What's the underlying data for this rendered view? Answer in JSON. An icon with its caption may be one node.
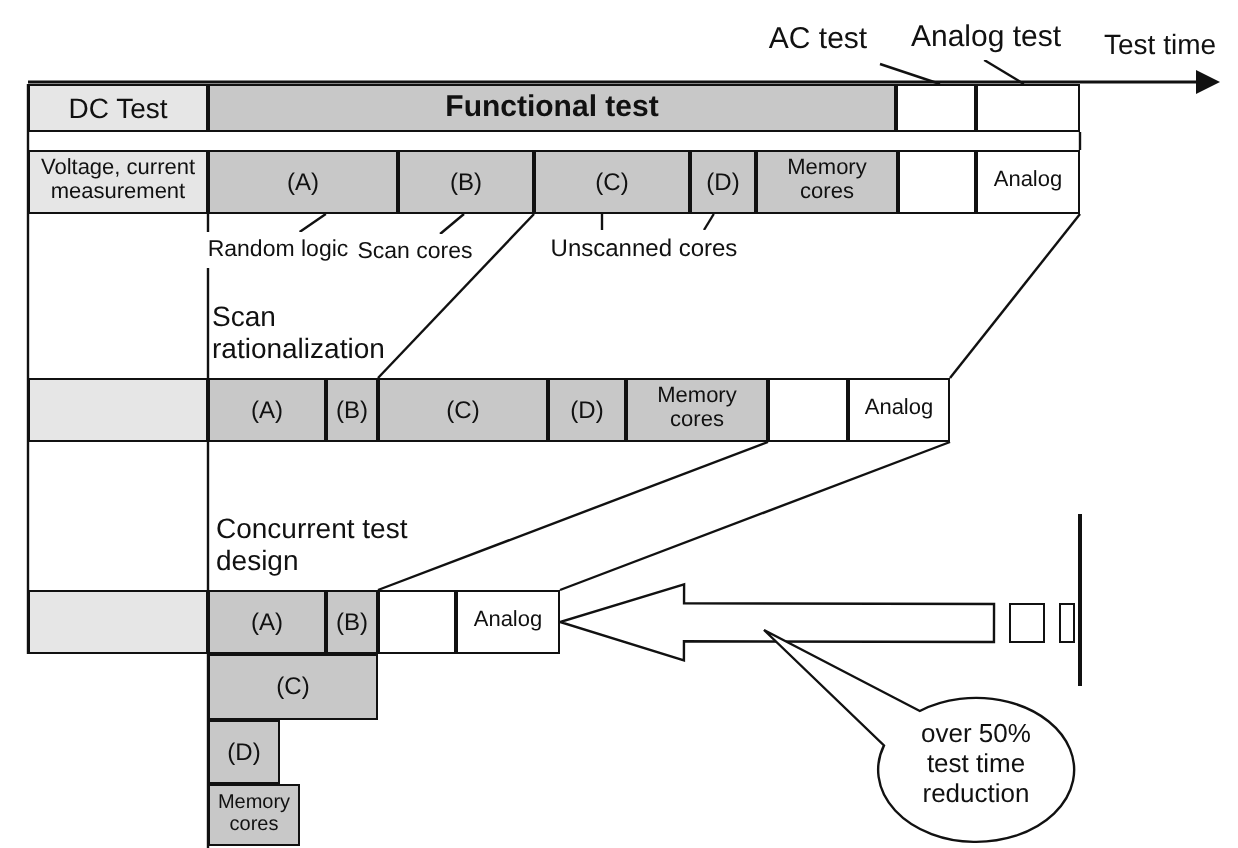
{
  "diagram": {
    "nodes": [
      {
        "text": [
          "DC Test"
        ]
      },
      {
        "text": [
          "Functional test"
        ]
      },
      {
        "text": [],
        "shape": "box"
      },
      {
        "text": [],
        "shape": "box"
      },
      {
        "text": [
          "Voltage, current measurement"
        ]
      },
      {
        "text": [
          "(A)"
        ]
      },
      {
        "text": [
          "(B)"
        ]
      },
      {
        "text": [
          "(C)"
        ]
      },
      {
        "text": [
          "(D)"
        ]
      },
      {
        "text": [
          "Memory cores"
        ]
      },
      {
        "text": [],
        "shape": "box"
      },
      {
        "text": [
          "Analog"
        ]
      },
      {
        "text": [
          "Random logic"
        ]
      },
      {
        "text": [
          "Scan cores"
        ]
      },
      {
        "text": [
          "Unscanned cores"
        ]
      },
      {
        "text": [
          "AC test"
        ]
      },
      {
        "text": [
          "Analog test"
        ]
      },
      {
        "text": [],
        "shape": "box"
      },
      {
        "text": [
          "(A)"
        ]
      },
      {
        "text": [
          "(B)"
        ]
      },
      {
        "text": [
          "(C)"
        ]
      },
      {
        "text": [
          "(D)"
        ]
      },
      {
        "text": [
          "Memory cores"
        ]
      },
      {
        "text": [],
        "shape": "box"
      },
      {
        "text": [
          "Analog"
        ]
      },
      {
        "text": [],
        "shape": "box"
      },
      {
        "text": [
          "(A)"
        ]
      },
      {
        "text": [
          "(B)"
        ]
      },
      {
        "text": [],
        "shape": "box"
      },
      {
        "text": [
          "Analog"
        ]
      },
      {
        "text": [
          "(C)"
        ]
      },
      {
        "text": [
          "(D)"
        ]
      },
      {
        "text": [
          "Memory cores"
        ]
      },
      {
        "text": [
          "over 50% test time reduction"
        ]
      }
    ],
    "edges": [
      {
        "from": 12,
        "to": 5,
        "arrow": "none"
      },
      {
        "from": 13,
        "to": 6,
        "arrow": "none"
      },
      {
        "from": 14,
        "to": 7,
        "arrow": "none"
      },
      {
        "from": 14,
        "to": 8,
        "arrow": "none"
      },
      {
        "from": 15,
        "to": 2,
        "arrow": "none"
      },
      {
        "from": 16,
        "to": 3,
        "arrow": "none"
      },
      {
        "from": 7,
        "to": 20,
        "arrow": "none"
      },
      {
        "from": 11,
        "to": 24,
        "arrow": "none"
      },
      {
        "from": 22,
        "to": 28,
        "arrow": "none"
      },
      {
        "from": 24,
        "to": 29,
        "arrow": "none"
      },
      {
        "from": null,
        "to": 29,
        "arrow": "to",
        "style": "thick"
      }
    ],
    "labels": [
      "Test time",
      "Scan rationalization",
      "Concurrent test design"
    ]
  }
}
